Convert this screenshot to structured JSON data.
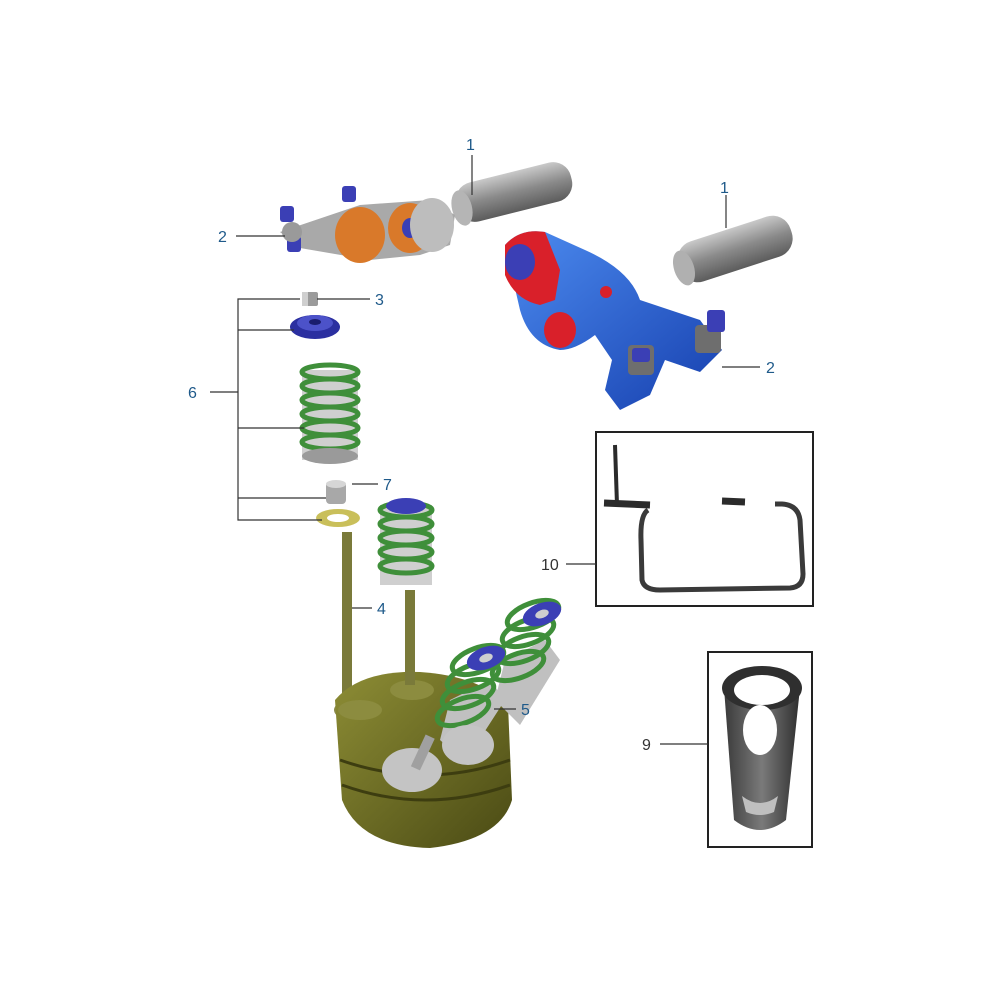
{
  "callouts": {
    "pin_right_label": "1",
    "pin_left_label": "1",
    "rocker_left_label": "2",
    "rocker_right_label": "2",
    "cotter_label": "3",
    "valve_label": "4",
    "assembled_valve_label": "5",
    "spring_group_label": "6",
    "seal_label": "7",
    "tool_sleeve_label": "9",
    "tool_compressor_label": "10"
  },
  "colors": {
    "callout_text": "#1f5a8a",
    "spring_green": "#3f8f3a",
    "rocker_blue": "#1f5fd6",
    "rocker_red": "#d9202a",
    "head_olive": "#6b6b1f",
    "bushing_orange": "#d9792a",
    "cap_blue": "#3b3fb5"
  }
}
